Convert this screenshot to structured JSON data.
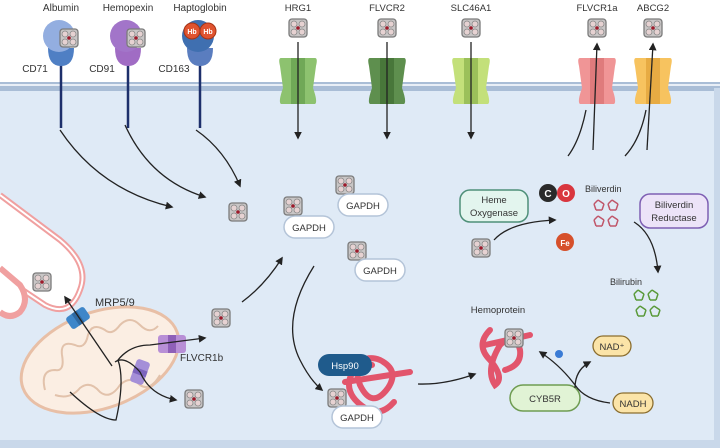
{
  "receptors": [
    {
      "ligand": "Albumin",
      "receptor": "CD71",
      "color": "#4f7fc4",
      "ligand_color": "#93aee0",
      "carries": "heme"
    },
    {
      "ligand": "Hemopexin",
      "receptor": "CD91",
      "color": "#a06cc4",
      "ligand_color": "#a275c9",
      "carries": "heme"
    },
    {
      "ligand": "Haptoglobin",
      "receptor": "CD163",
      "color": "#5a7dbf",
      "ligand_color": "#3f6fb0",
      "carries": "Hb"
    }
  ],
  "hb_label": "Hb",
  "importers": [
    {
      "name": "HRG1",
      "color": "#8dc26f",
      "dark": "#4e8a3a"
    },
    {
      "name": "FLVCR2",
      "color": "#5e8f4e",
      "dark": "#2e5a24"
    },
    {
      "name": "SLC46A1",
      "color": "#c3e07a",
      "dark": "#6a9a33"
    }
  ],
  "exporters": [
    {
      "name": "FLVCR1a",
      "color": "#f09596",
      "dark": "#c95b5d"
    },
    {
      "name": "ABCG2",
      "color": "#f7c35f",
      "dark": "#d28f22"
    }
  ],
  "gapdh_label": "GAPDH",
  "mito": {
    "mrp_label": "MRP5/9",
    "flvcr1b_label": "FLVCR1b"
  },
  "degradation": {
    "enzyme1": "Heme\nOxygenase",
    "enzyme1_lines": [
      "Heme",
      "Oxygenase"
    ],
    "co_c": "C",
    "co_o": "O",
    "fe": "Fe",
    "biliverdin": "Biliverdin",
    "enzyme2_lines": [
      "Biliverdin",
      "Reductase"
    ],
    "bilirubin": "Bilirubin"
  },
  "chaperone": {
    "hsp90": "Hsp90",
    "hemoprotein": "Hemoprotein",
    "cyb5r": "CYB5R",
    "nad_plus": "NAD⁺",
    "nadh": "NADH",
    "electron": "e⁻"
  },
  "colors": {
    "cytoplasm": "#dfeaf6",
    "membrane": "#9fb6d2",
    "er_outline": "#f0a0a0",
    "mito_fill": "#fbeee3",
    "mito_outline": "#e8bfa6",
    "protein_red": "#e2556c"
  }
}
